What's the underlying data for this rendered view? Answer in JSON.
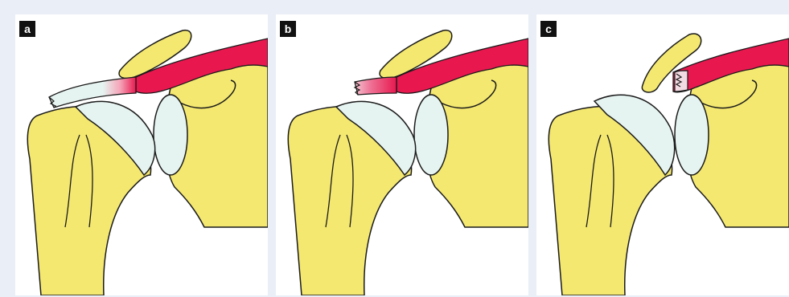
{
  "panels": [
    {
      "label": "a"
    },
    {
      "label": "b"
    },
    {
      "label": "c"
    }
  ],
  "colors": {
    "bone": "#f4e870",
    "muscle": "#e8184f",
    "tendon": "#e6f4f1",
    "outline": "#1a1a1a",
    "label_bg": "#111111"
  }
}
